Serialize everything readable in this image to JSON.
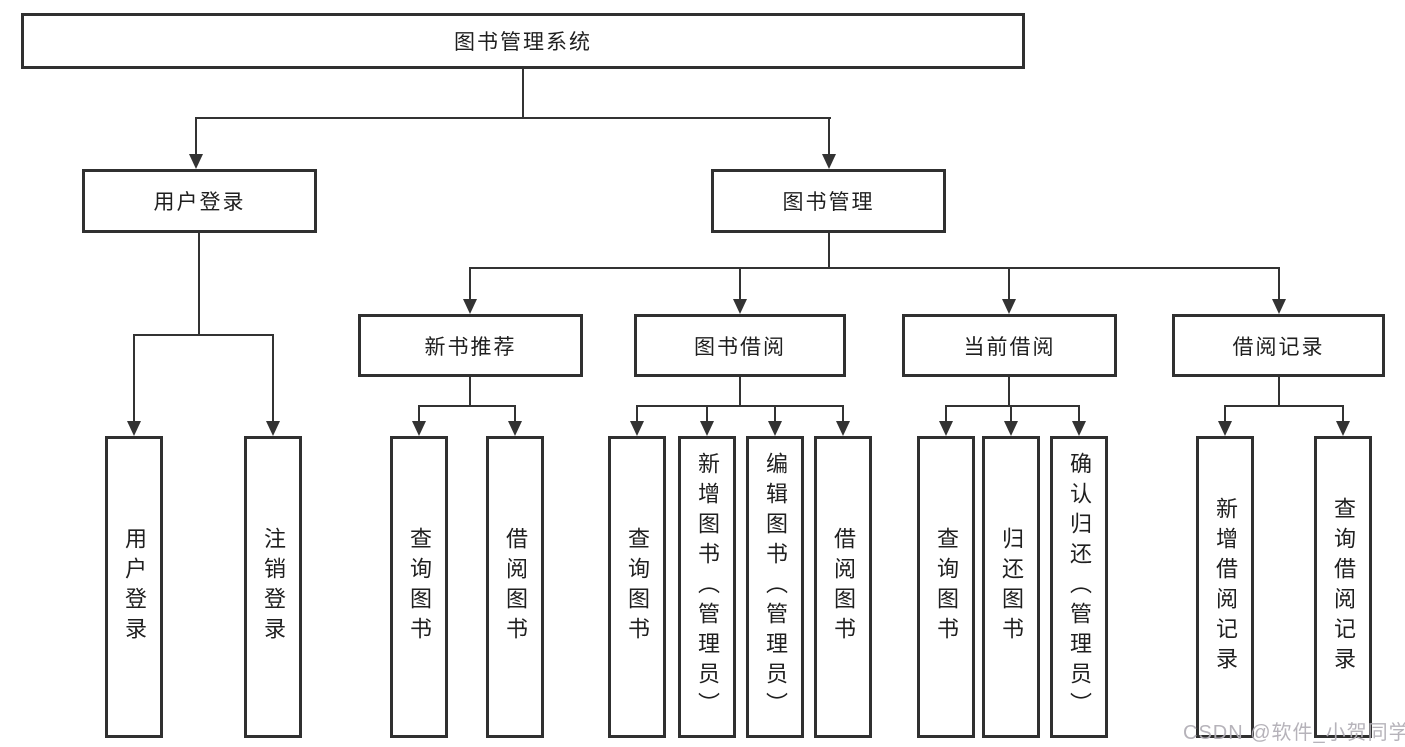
{
  "tree": {
    "root": {
      "label": "图书管理系统"
    },
    "branches": [
      {
        "label": "用户登录",
        "leaves": [
          {
            "label": "用户登录"
          },
          {
            "label": "注销登录"
          }
        ]
      },
      {
        "label": "图书管理",
        "groups": [
          {
            "label": "新书推荐",
            "leaves": [
              {
                "label": "查询图书"
              },
              {
                "label": "借阅图书"
              }
            ]
          },
          {
            "label": "图书借阅",
            "leaves": [
              {
                "label": "查询图书"
              },
              {
                "label": "新增图书（管理员）"
              },
              {
                "label": "编辑图书（管理员）"
              },
              {
                "label": "借阅图书"
              }
            ]
          },
          {
            "label": "当前借阅",
            "leaves": [
              {
                "label": "查询图书"
              },
              {
                "label": "归还图书"
              },
              {
                "label": "确认归还（管理员）"
              }
            ]
          },
          {
            "label": "借阅记录",
            "leaves": [
              {
                "label": "新增借阅记录"
              },
              {
                "label": "查询借阅记录"
              }
            ]
          }
        ]
      }
    ]
  },
  "watermark": {
    "text": "CSDN @软件_小贺同学"
  },
  "colors": {
    "line": "#333333",
    "border": "#303030",
    "text": "#1f1f1f",
    "background": "#ffffff",
    "watermark": "#b2afb6"
  }
}
